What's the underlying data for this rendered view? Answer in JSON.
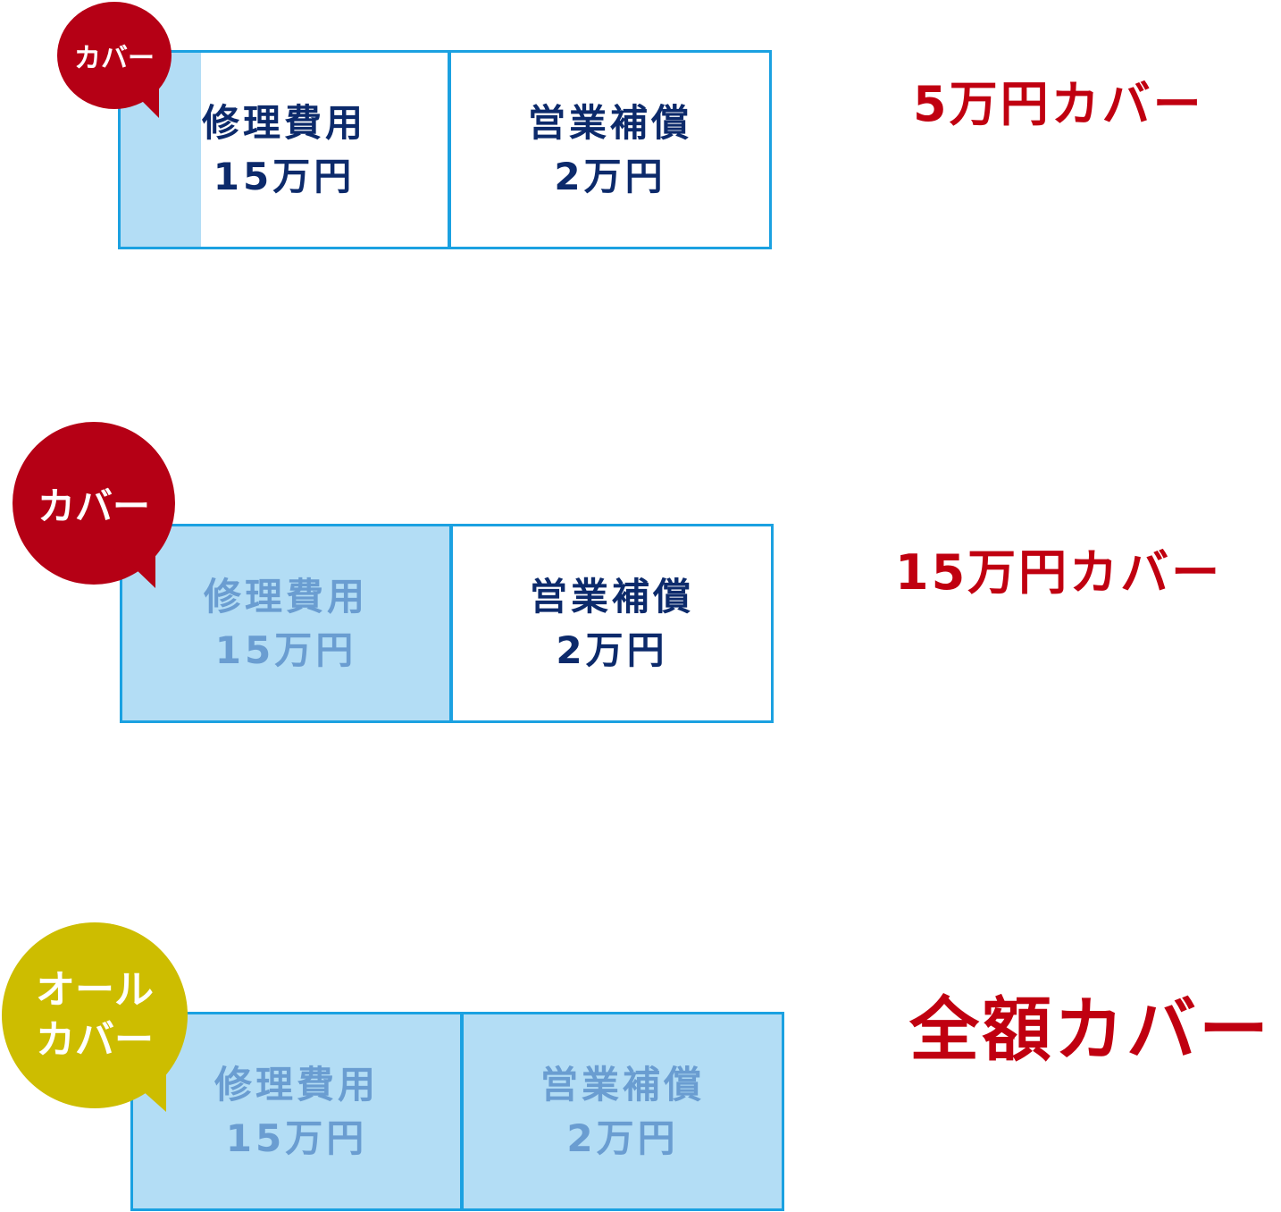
{
  "colors": {
    "border": "#1ba1e1",
    "covered_fill": "#b3ddf5",
    "covered_text": "#6a9dd1",
    "text_dark": "#0c2a6b",
    "red": "#c00010",
    "bubble_red": "#b50015",
    "bubble_yellow": "#cdbd00"
  },
  "rows": [
    {
      "badge": "カバー",
      "repair_title": "修理費用",
      "repair_amount": "15万円",
      "business_title": "営業補償",
      "business_amount": "2万円",
      "covered_amount_man_yen": 5,
      "result": "5万円カバー"
    },
    {
      "badge": "カバー",
      "repair_title": "修理費用",
      "repair_amount": "15万円",
      "business_title": "営業補償",
      "business_amount": "2万円",
      "covered_amount_man_yen": 15,
      "result": "15万円カバー"
    },
    {
      "badge_line1": "オール",
      "badge_line2": "カバー",
      "repair_title": "修理費用",
      "repair_amount": "15万円",
      "business_title": "営業補償",
      "business_amount": "2万円",
      "covered_amount_man_yen": 17,
      "result": "全額カバー"
    }
  ]
}
